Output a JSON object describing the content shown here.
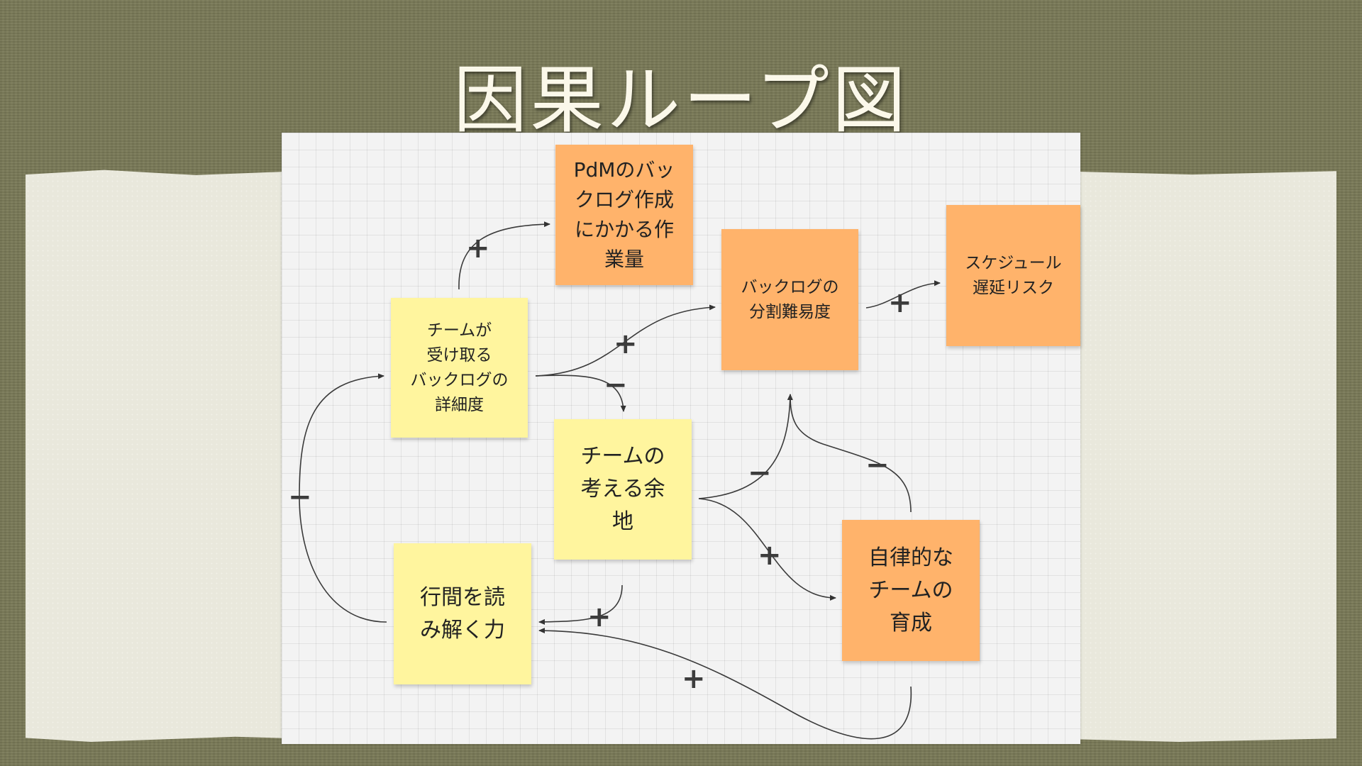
{
  "title": "因果ループ図",
  "notes": {
    "pdm_workload": "PdMのバッ\nクログ作成\nにかかる作\n業量",
    "detail_level": "チームが\n受け取る\nバックログの\n詳細度",
    "split_difficulty": "バックログの\n分割難易度",
    "schedule_risk": "スケジュール\n遅延リスク",
    "room_to_think": "チームの\n考える余\n地",
    "autonomous_team": "自律的な\nチームの\n育成",
    "read_between_lines": "行間を読\nみ解く力"
  },
  "signs": {
    "plus": "+",
    "minus": "−"
  },
  "colors": {
    "yellow_note": "#fff59e",
    "orange_note": "#ffb36b",
    "title": "#fbf8ea"
  }
}
